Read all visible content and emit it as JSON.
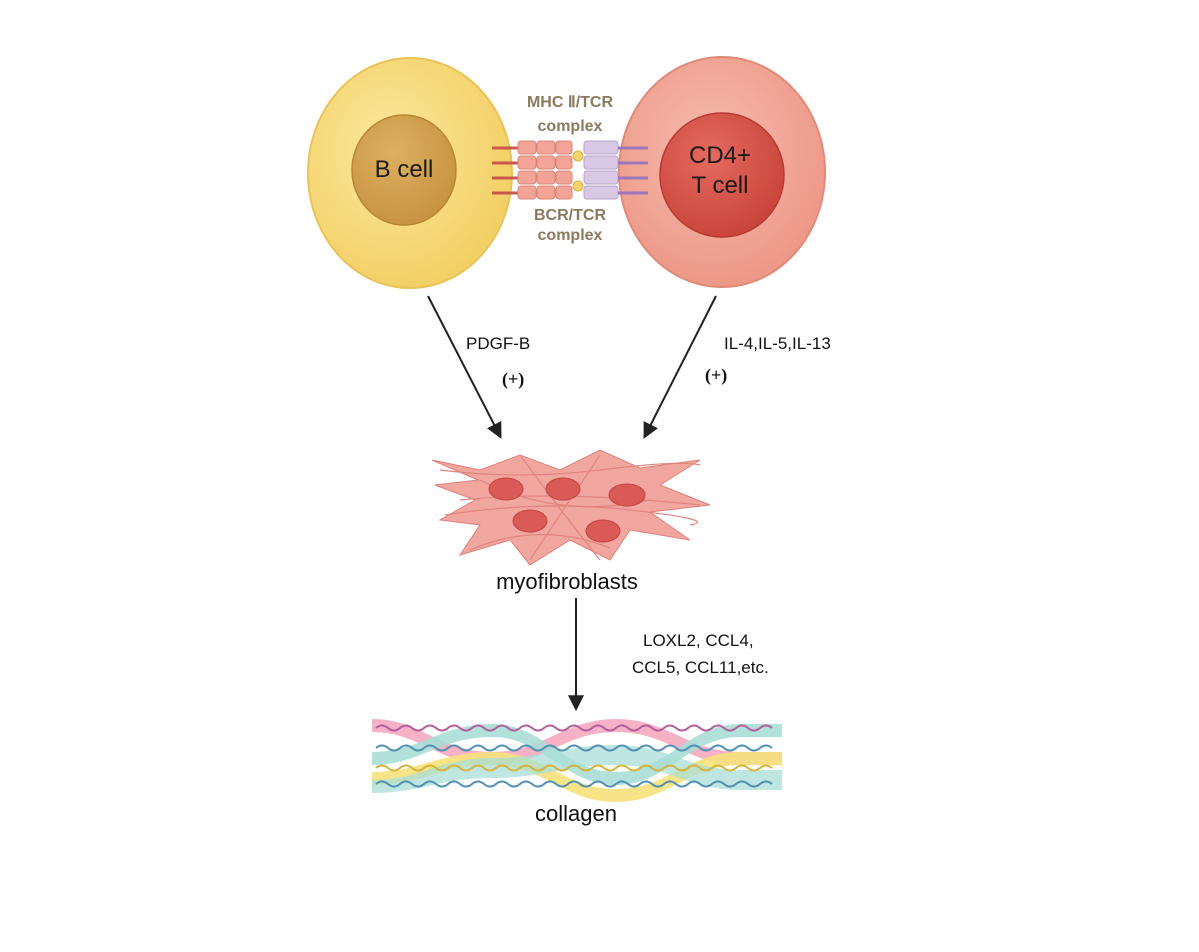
{
  "colors": {
    "b_cell_membrane": "#f6d879",
    "b_cell_nucleus": "#d4a552",
    "t_cell_membrane": "#f0a798",
    "t_cell_nucleus": "#d9534b",
    "myofibroblast": "#ee8d86",
    "myofibroblast_nucleus": "#d95a57",
    "collagen_pink": "#f4a9bf",
    "collagen_teal": "#a9ded6",
    "collagen_yellow": "#f6e17a",
    "complex_text": "#8a7a5e",
    "arrow": "#222222"
  },
  "cells": {
    "b_cell": "B cell",
    "t_cell_line1": "CD4+",
    "t_cell_line2": "T cell"
  },
  "complex": {
    "top_line1": "MHC Ⅱ/TCR",
    "top_line2": "complex",
    "bottom_line1": "BCR/TCR",
    "bottom_line2": "complex"
  },
  "arrows": {
    "left_label": "PDGF-B",
    "left_sign": "(+)",
    "right_label": "IL-4,IL-5,IL-13",
    "right_sign": "(+)",
    "down_label_line1": "LOXL2, CCL4,",
    "down_label_line2": "CCL5, CCL11,etc."
  },
  "nodes": {
    "myofibroblasts": "myofibroblasts",
    "collagen": "collagen"
  }
}
